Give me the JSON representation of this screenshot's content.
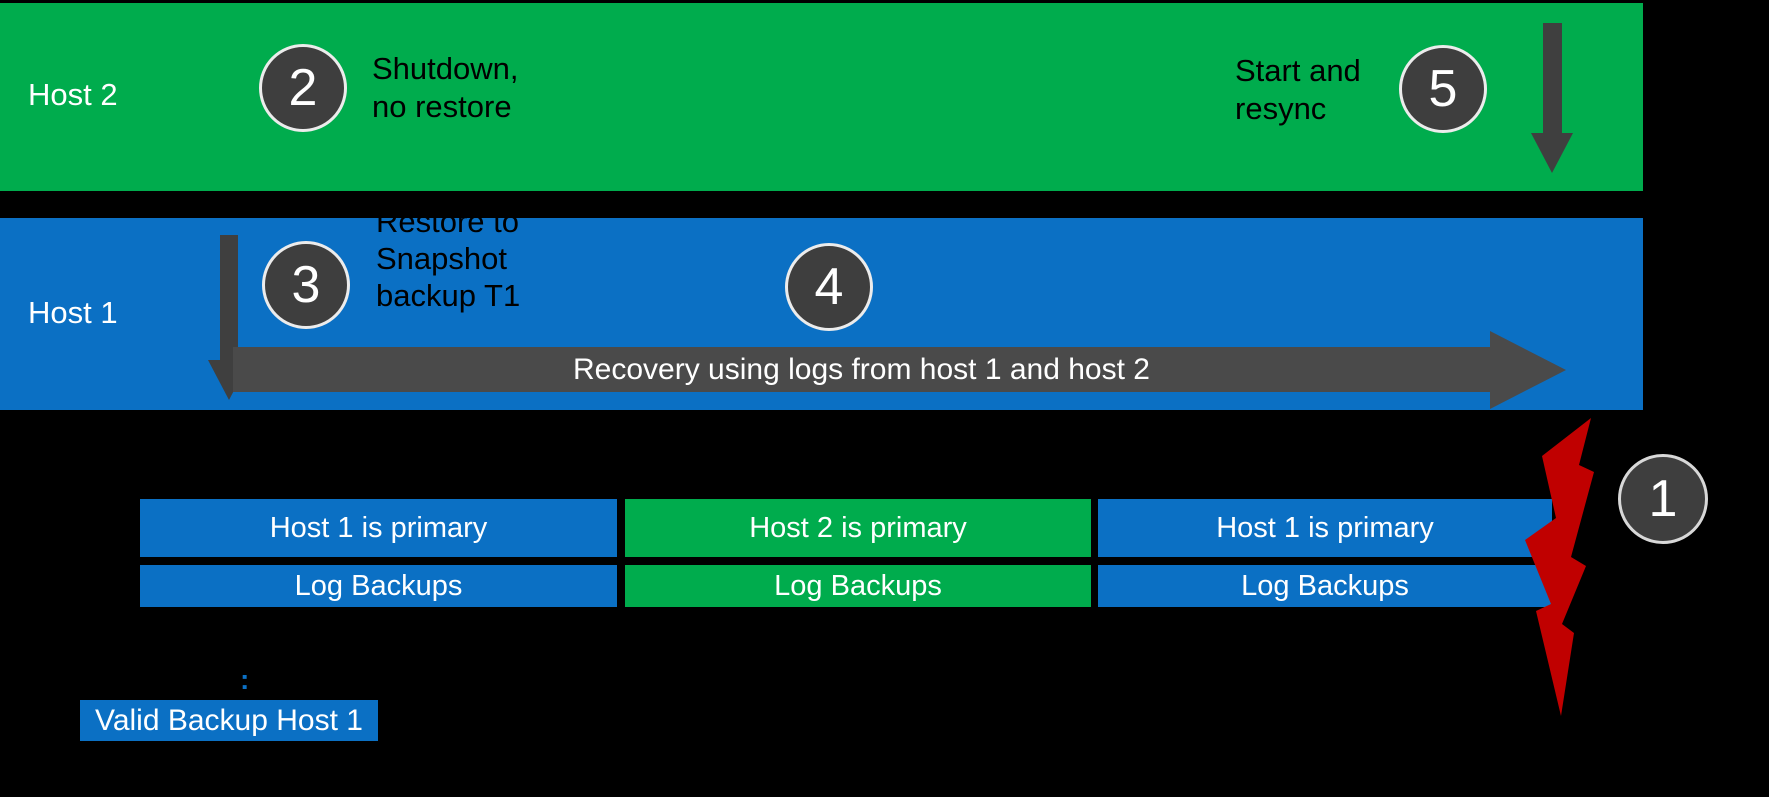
{
  "colors": {
    "background": "#000000",
    "green": "#00AC4D",
    "blue": "#0B70C4",
    "circle_fill": "#3E3E3E",
    "circle_border": "#ECECEC",
    "arrow_gray": "#3F3F3F",
    "recovery_gray": "#4A4A4A",
    "lightning_red": "#C00000",
    "text_white": "#FFFFFF",
    "text_black": "#000000"
  },
  "host2_band": {
    "host_label": "Host 2",
    "step2": {
      "number": "2",
      "line1": "Shutdown,",
      "line2": "no restore"
    },
    "step5": {
      "number": "5",
      "line1": "Start and",
      "line2": "resync"
    }
  },
  "host1_band": {
    "host_label": "Host 1",
    "step3": {
      "number": "3",
      "line1": "Restore to",
      "line2": "Snapshot",
      "line3": "backup T1"
    },
    "step4": {
      "number": "4"
    },
    "recovery_label": "Recovery using logs from host 1 and host 2"
  },
  "step1": {
    "number": "1"
  },
  "timeline": {
    "primary_row": [
      {
        "label": "Host 1 is primary",
        "color": "blue"
      },
      {
        "label": "Host 2 is primary",
        "color": "green"
      },
      {
        "label": "Host 1 is primary",
        "color": "blue"
      }
    ],
    "log_row": [
      {
        "label": "Log Backups",
        "color": "blue"
      },
      {
        "label": "Log Backups",
        "color": "green"
      },
      {
        "label": "Log Backups",
        "color": "blue"
      }
    ]
  },
  "legend": {
    "colon": ":",
    "valid_backup_label": "Valid Backup Host 1"
  }
}
